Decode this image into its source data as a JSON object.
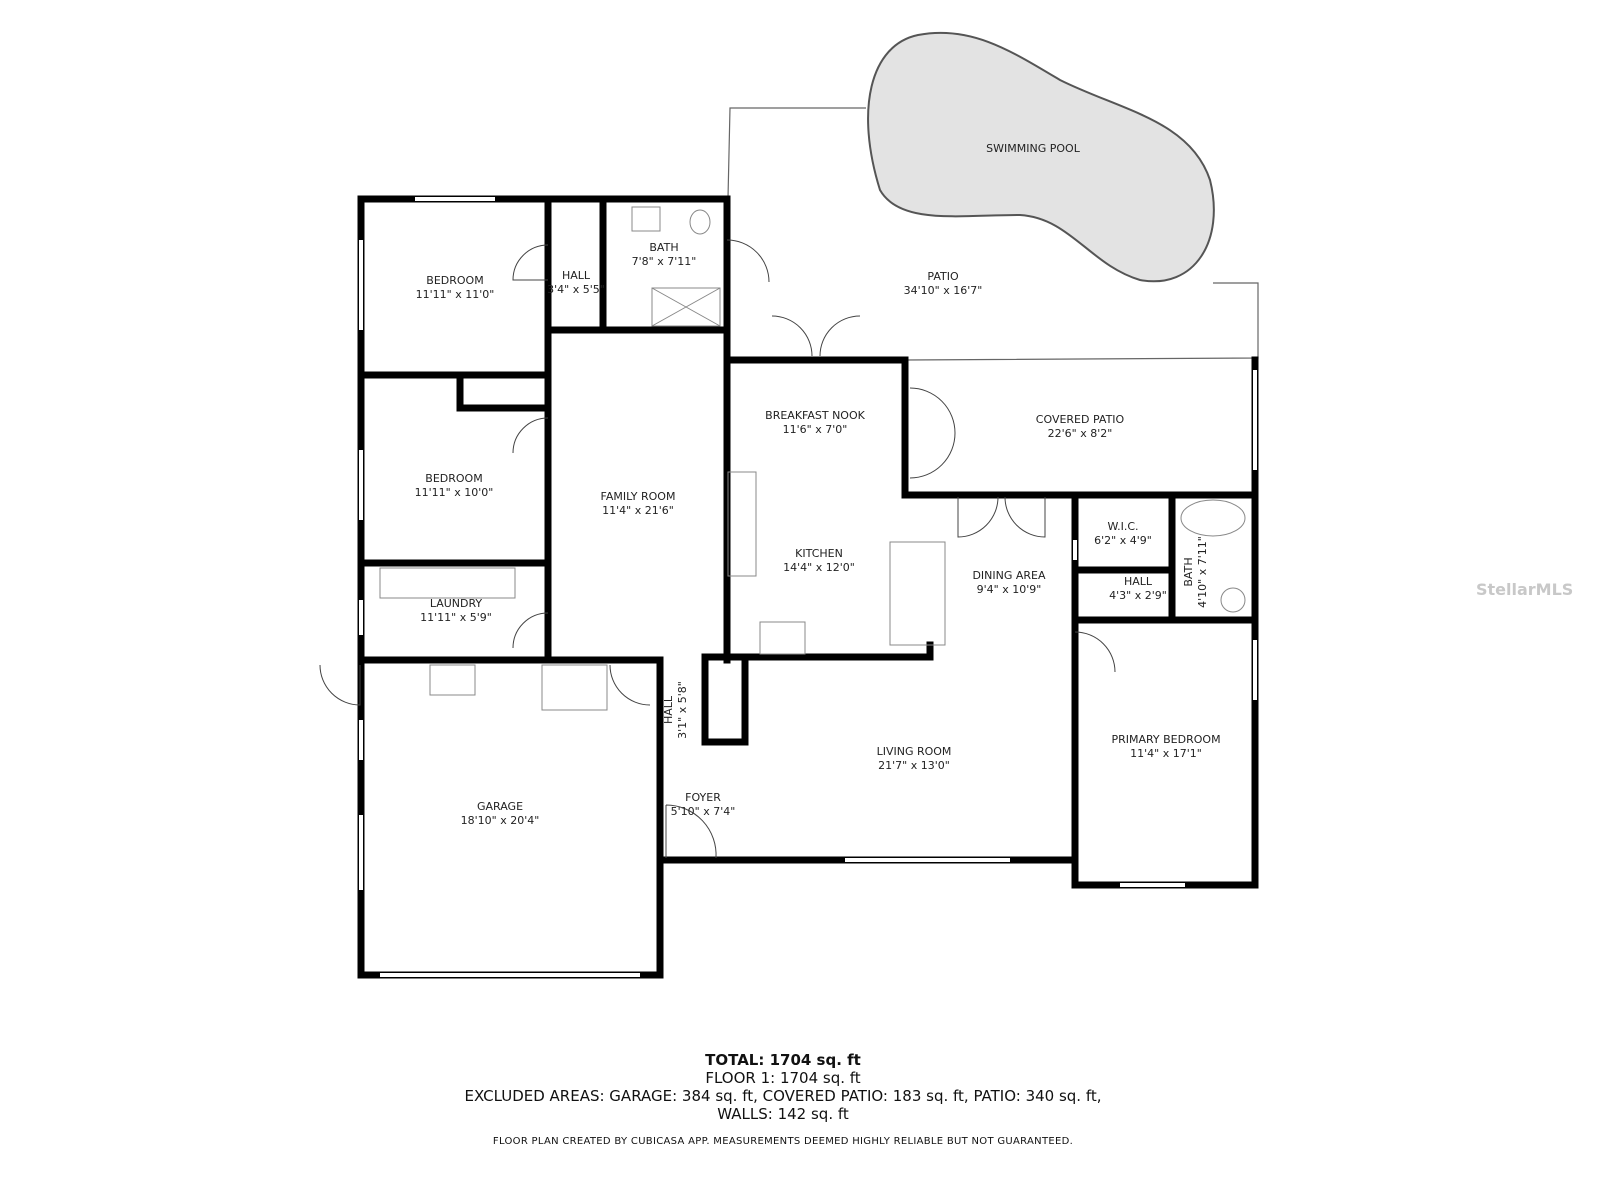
{
  "rooms": {
    "pool": {
      "name": "SWIMMING POOL"
    },
    "patio": {
      "name": "PATIO",
      "dims": "34'10\" x 16'7\""
    },
    "bedroom1": {
      "name": "BEDROOM",
      "dims": "11'11\" x 11'0\""
    },
    "hall1": {
      "name": "HALL",
      "dims": "3'4\" x 5'5\""
    },
    "bath1": {
      "name": "BATH",
      "dims": "7'8\" x 7'11\""
    },
    "bedroom2": {
      "name": "BEDROOM",
      "dims": "11'11\" x 10'0\""
    },
    "family": {
      "name": "FAMILY ROOM",
      "dims": "11'4\" x 21'6\""
    },
    "nook": {
      "name": "BREAKFAST NOOK",
      "dims": "11'6\" x 7'0\""
    },
    "covered_patio": {
      "name": "COVERED PATIO",
      "dims": "22'6\" x 8'2\""
    },
    "kitchen": {
      "name": "KITCHEN",
      "dims": "14'4\" x 12'0\""
    },
    "laundry": {
      "name": "LAUNDRY",
      "dims": "11'11\" x 5'9\""
    },
    "wic": {
      "name": "W.I.C.",
      "dims": "6'2\" x 4'9\""
    },
    "hall2": {
      "name": "HALL",
      "dims": "4'3\" x 2'9\""
    },
    "bath2": {
      "name": "BATH",
      "dims": "4'10\" x 7'11\""
    },
    "dining": {
      "name": "DINING AREA",
      "dims": "9'4\" x 10'9\""
    },
    "hall3": {
      "name": "HALL",
      "dims": "3'1\" x 5'8\""
    },
    "living": {
      "name": "LIVING ROOM",
      "dims": "21'7\" x 13'0\""
    },
    "primary": {
      "name": "PRIMARY BEDROOM",
      "dims": "11'4\" x 17'1\""
    },
    "garage": {
      "name": "GARAGE",
      "dims": "18'10\" x 20'4\""
    },
    "foyer": {
      "name": "FOYER",
      "dims": "5'10\" x 7'4\""
    }
  },
  "summary": {
    "total": "TOTAL: 1704 sq. ft",
    "floor1": "FLOOR 1: 1704 sq. ft",
    "excluded": "EXCLUDED AREAS: GARAGE: 384 sq. ft, COVERED PATIO: 183 sq. ft, PATIO: 340 sq. ft,",
    "walls": "WALLS: 142 sq. ft",
    "disclaimer": "FLOOR PLAN CREATED BY CUBICASA APP. MEASUREMENTS DEEMED HIGHLY RELIABLE BUT NOT GUARANTEED."
  },
  "watermark": "StellarMLS",
  "colors": {
    "wall": "#000000",
    "pool": "#e3e3e3",
    "line": "#555555"
  }
}
